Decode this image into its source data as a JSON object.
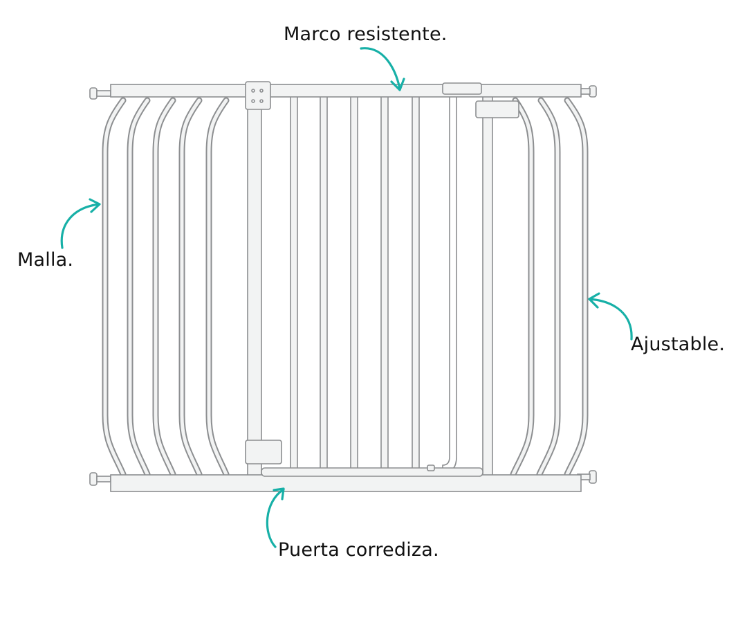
{
  "labels": {
    "frame": "Marco resistente.",
    "mesh": "Malla.",
    "adjustable": "Ajustable.",
    "sliding_door": "Puerta corrediza."
  },
  "colors": {
    "arrow": "#17b0a7",
    "gate_fill": "#f1f2f2",
    "gate_stroke": "#8a8c8e"
  }
}
